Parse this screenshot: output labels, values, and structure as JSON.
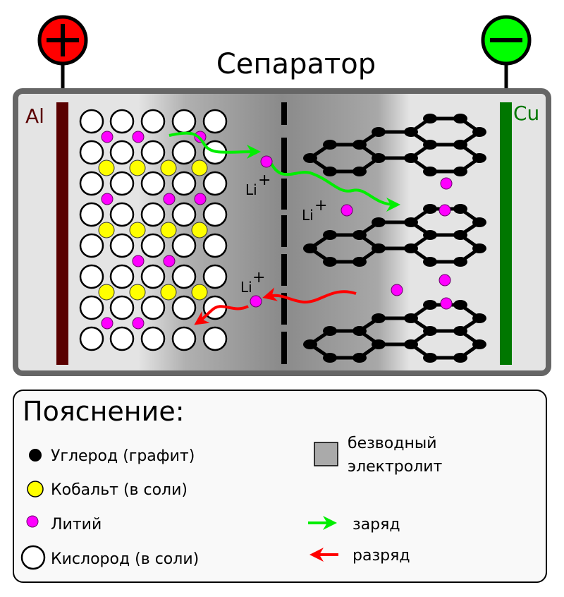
{
  "title": "Сепаратор",
  "electrodes": {
    "positive_terminal": "+",
    "negative_terminal": "−",
    "cathode_label": "Al",
    "anode_label": "Cu"
  },
  "ion_labels": {
    "li_base": "Li",
    "li_charge": "+"
  },
  "legend": {
    "title": "Пояснение:",
    "items": [
      {
        "label": "Углерод (графит)",
        "color": "#000000"
      },
      {
        "label": "Кобальт (в соли)",
        "color": "#ffff00"
      },
      {
        "label": "Литий",
        "color": "#ff00ff"
      },
      {
        "label": "Кислород (в соли)",
        "color": "#ffffff"
      }
    ],
    "electrolyte_line1": "безводный",
    "electrolyte_line2": "электролит",
    "charge_label": "заряд",
    "discharge_label": "разряд"
  },
  "colors": {
    "positive": "#ff0000",
    "negative": "#00ff00",
    "aluminium": "#5a0000",
    "copper": "#007700",
    "charge_arrow": "#00ee00",
    "discharge_arrow": "#ff0000",
    "lithium": "#ff00ff",
    "cobalt": "#ffff00"
  }
}
